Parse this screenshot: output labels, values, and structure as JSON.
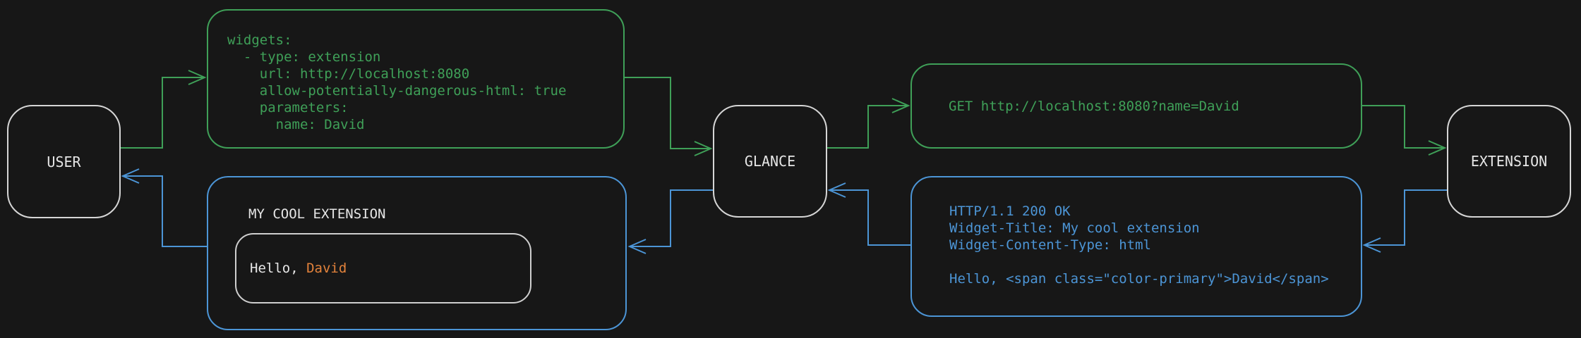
{
  "colors": {
    "bg": "#171717",
    "green": "#3fa058",
    "blue": "#4c95d6",
    "orange": "#e2823b",
    "text": "#e6e6e6",
    "node_border": "#d6d6d6",
    "inner_border": "#cfcfcf"
  },
  "nodes": {
    "user": {
      "label": "USER"
    },
    "glance": {
      "label": "GLANCE"
    },
    "extension": {
      "label": "EXTENSION"
    }
  },
  "messages": {
    "config": {
      "lines": [
        "widgets:",
        "  - type: extension",
        "    url: http://localhost:8080",
        "    allow-potentially-dangerous-html: true",
        "    parameters:",
        "      name: David"
      ]
    },
    "request": {
      "text": "GET http://localhost:8080?name=David"
    },
    "response": {
      "lines": [
        "HTTP/1.1 200 OK",
        "Widget-Title: My cool extension",
        "Widget-Content-Type: html",
        "",
        "Hello, <span class=\"color-primary\">David</span>"
      ]
    },
    "widget": {
      "title": "MY COOL EXTENSION",
      "greeting_prefix": "Hello, ",
      "greeting_name": "David"
    }
  }
}
